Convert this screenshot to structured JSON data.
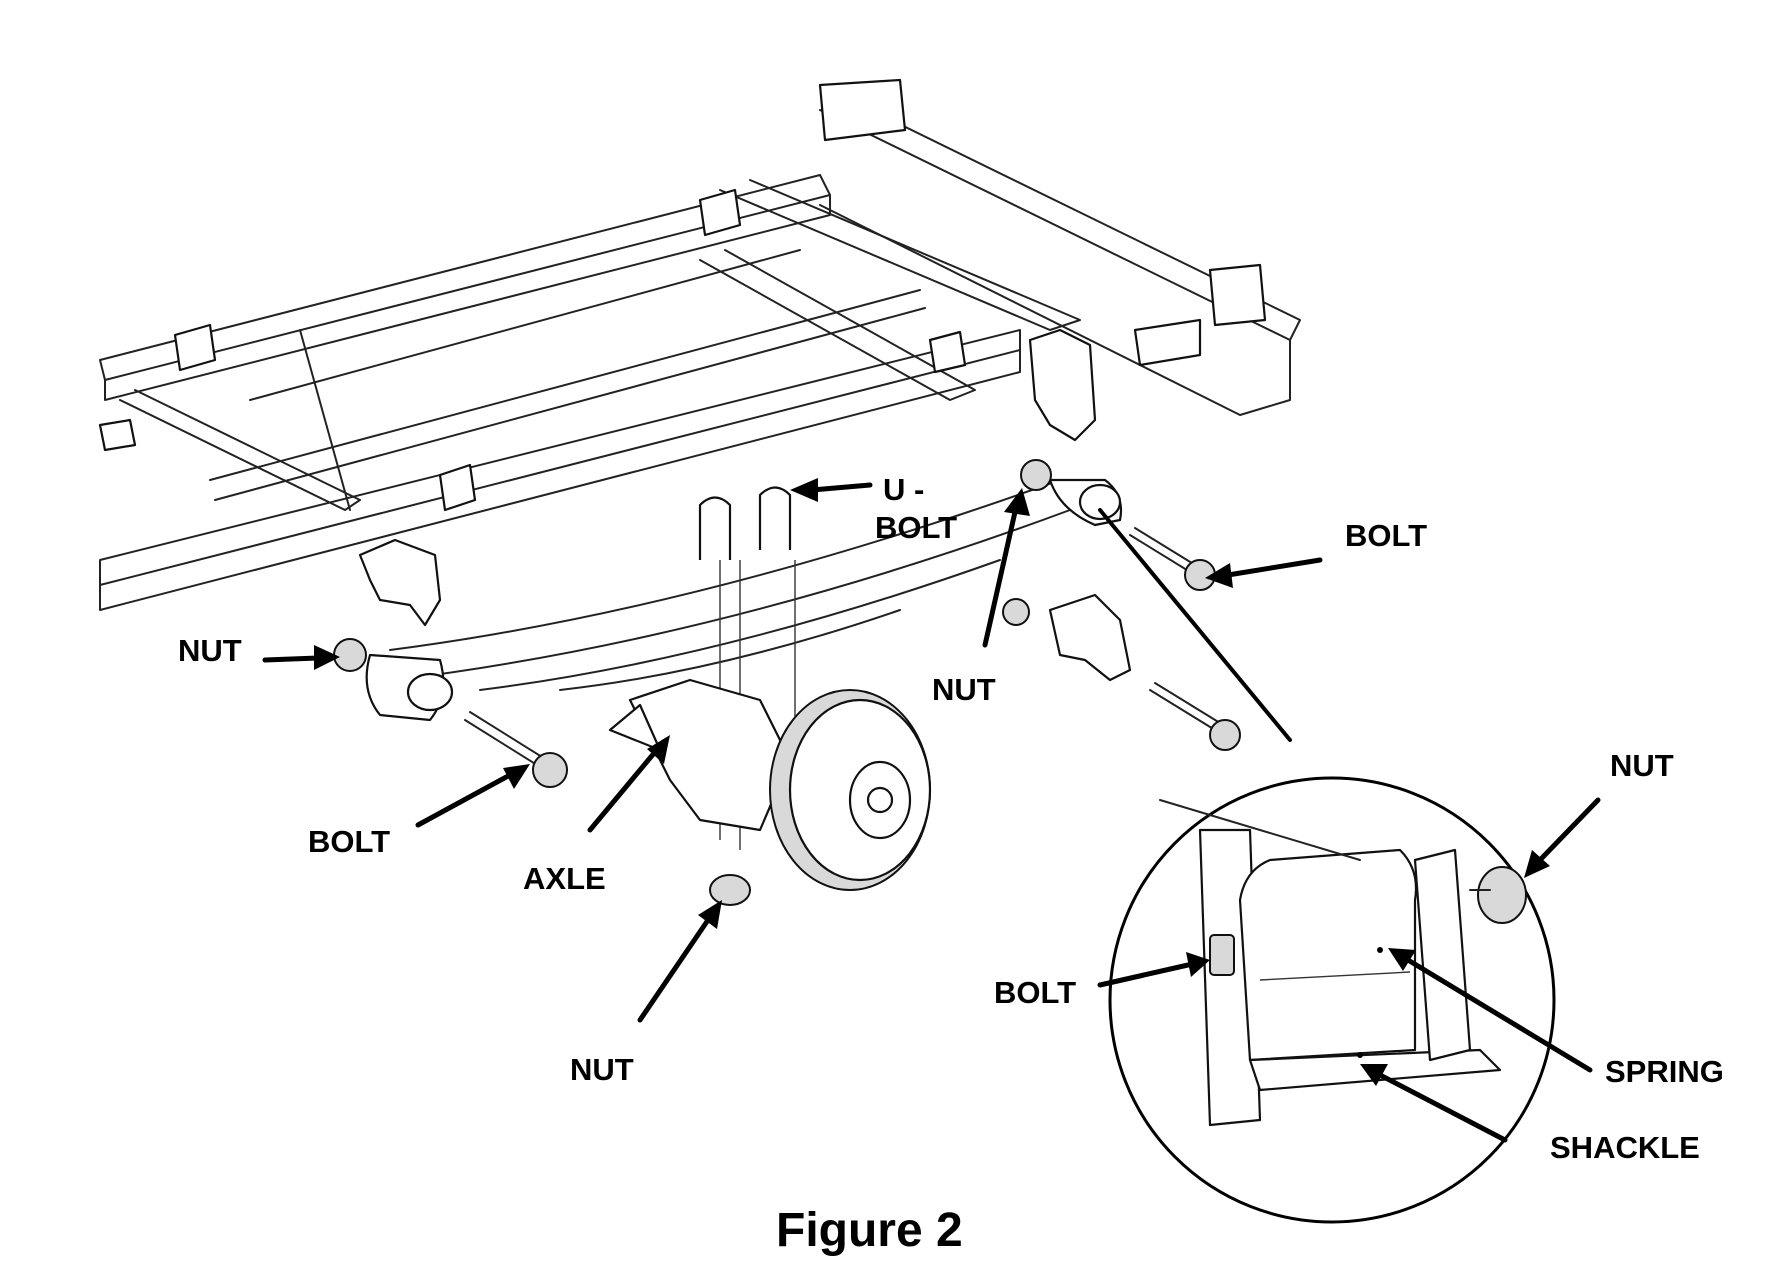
{
  "figure": {
    "caption": "Figure 2"
  },
  "labels": {
    "u_bolt_line1": "U -",
    "u_bolt_line2": "BOLT",
    "bolt_upper_right": "BOLT",
    "nut_left": "NUT",
    "nut_center": "NUT",
    "bolt_left": "BOLT",
    "axle": "AXLE",
    "nut_bottom": "NUT",
    "nut_detail": "NUT",
    "bolt_detail": "BOLT",
    "spring": "SPRING",
    "shackle": "SHACKLE"
  },
  "colors": {
    "ink": "#000000",
    "background": "#ffffff"
  }
}
